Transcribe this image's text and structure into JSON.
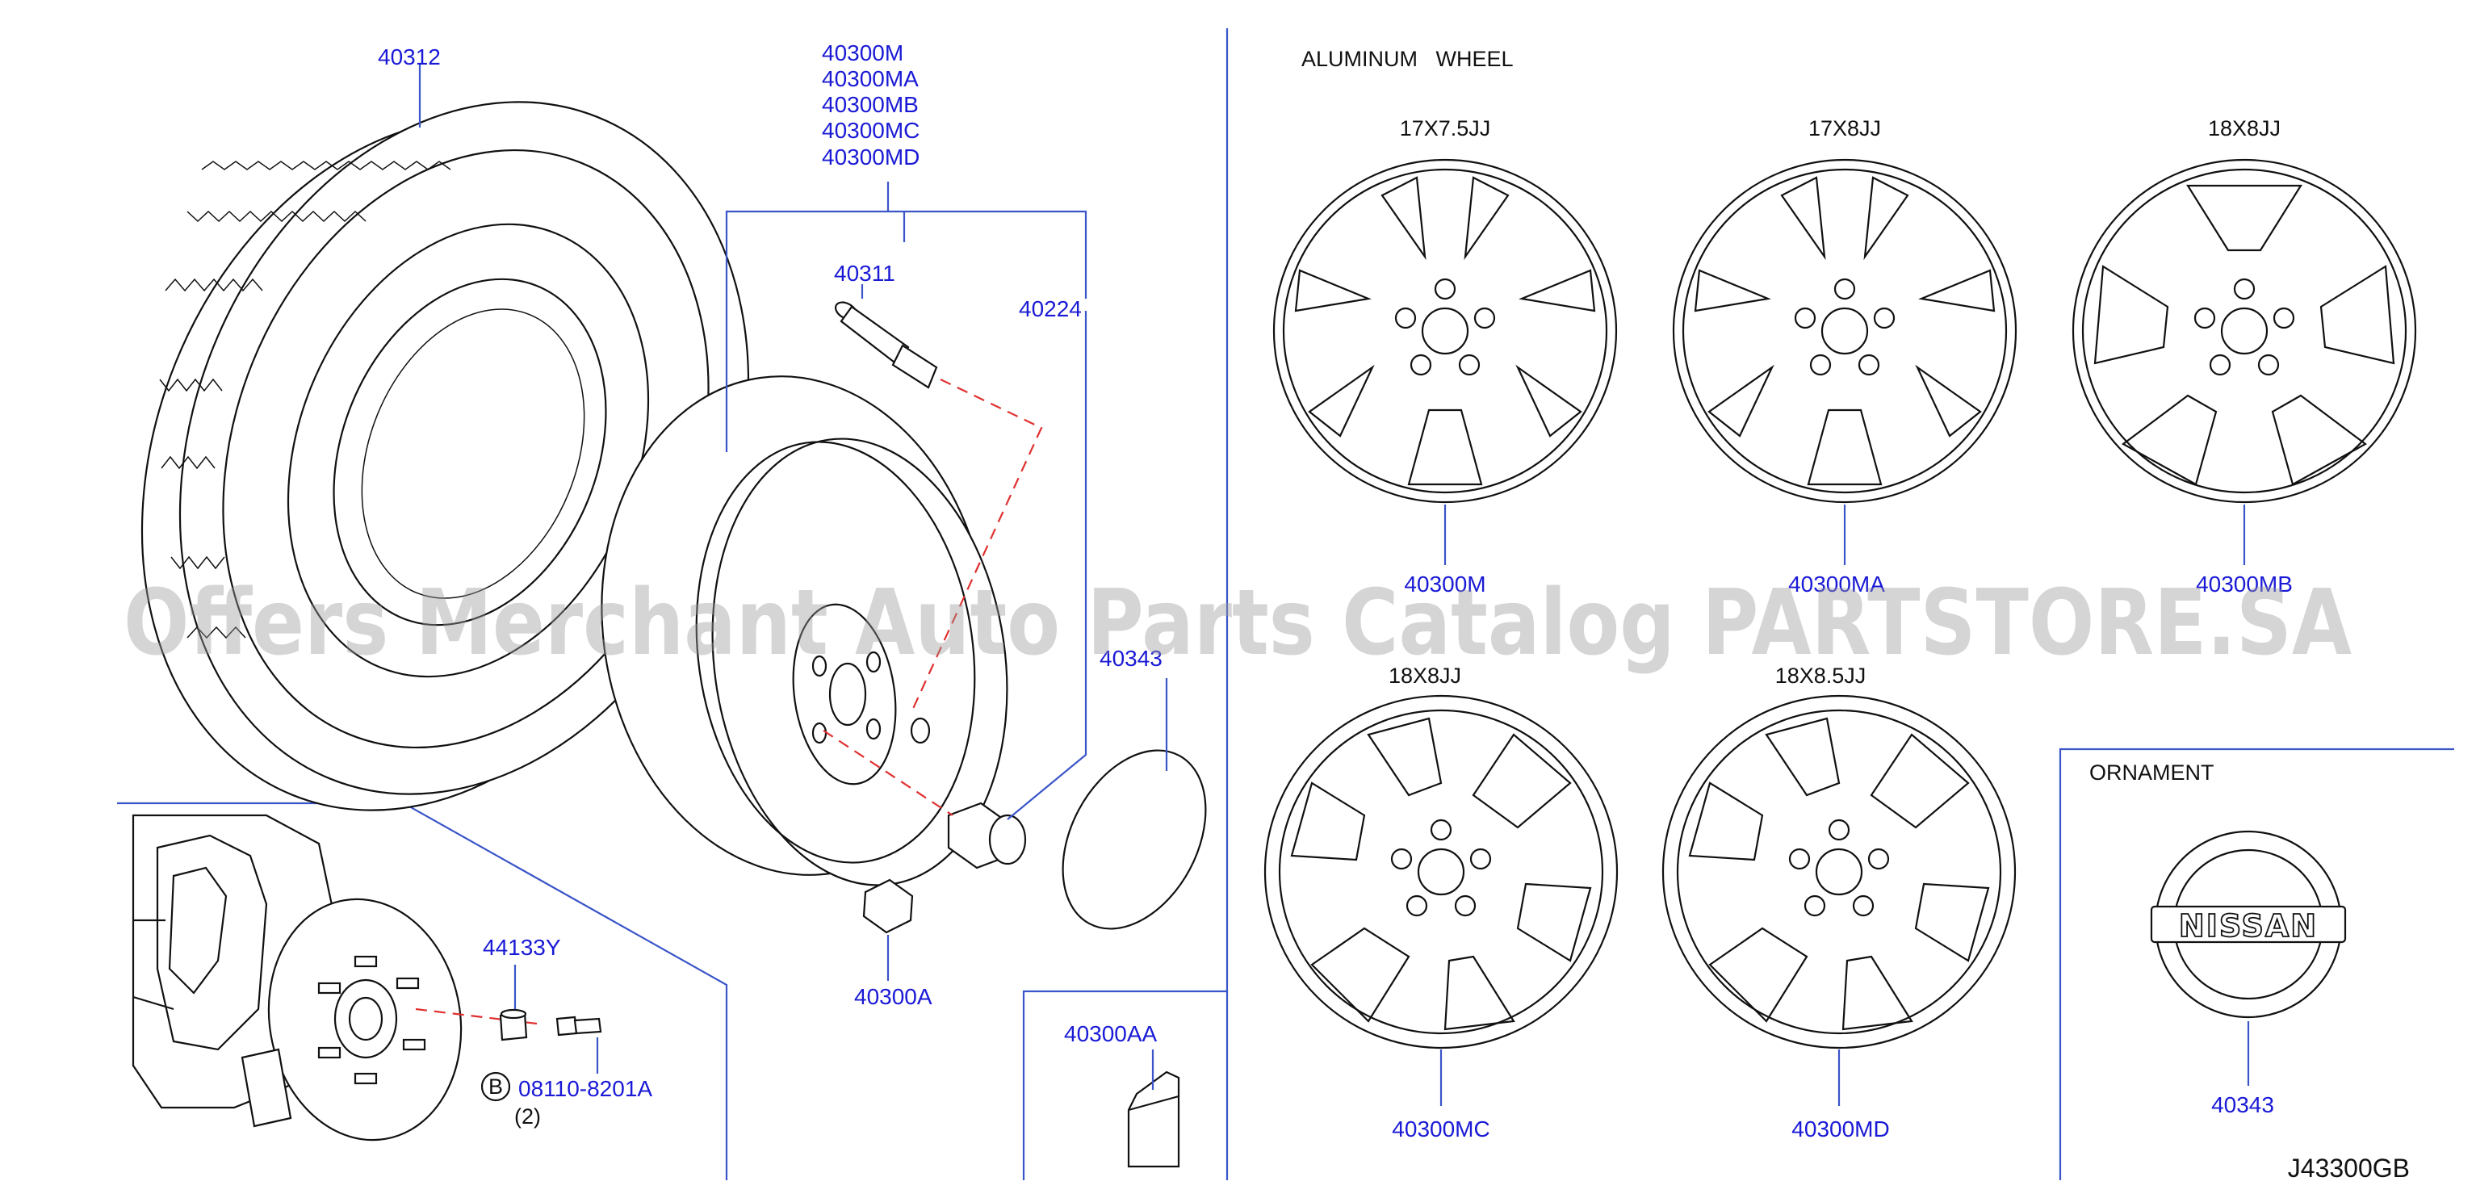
{
  "colors": {
    "callout": "#1a1ad6",
    "leader": "#3a55c8",
    "dash": "#e03030",
    "watermark": "#9a9a9a"
  },
  "labels": {
    "tire": "40312",
    "wheel_list": [
      "40300M",
      "40300MA",
      "40300MB",
      "40300MC",
      "40300MD"
    ],
    "valve": "40311",
    "nut": "40224",
    "cap_left": "40343",
    "weight_a": "40300A",
    "weight_aa": "40300AA",
    "bolt": "44133Y",
    "screw": "08110-8201A",
    "screw_qty": "(2)",
    "circle_b": "B"
  },
  "aluminum": {
    "title": "ALUMINUM   WHEEL",
    "wheels": [
      {
        "size": "17X7.5JJ",
        "part": "40300M"
      },
      {
        "size": "17X8JJ",
        "part": "40300MA"
      },
      {
        "size": "18X8JJ",
        "part": "40300MB"
      },
      {
        "size": "18X8JJ",
        "part": "40300MC"
      },
      {
        "size": "18X8.5JJ",
        "part": "40300MD"
      }
    ]
  },
  "ornament": {
    "title": "ORNAMENT",
    "brand": "NISSAN",
    "part": "40343"
  },
  "diagram_code": "J43300GB",
  "watermark": "Offers Merchant Auto Parts Catalog PARTSTORE.SA"
}
